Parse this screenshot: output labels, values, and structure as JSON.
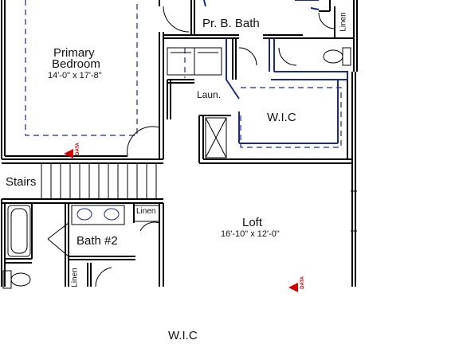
{
  "rooms": {
    "primary_bedroom": {
      "line1": "Primary",
      "line2": "Bedroom",
      "dims": "14'-0\" x 17'-8\""
    },
    "primary_bath": {
      "label": "Pr. B. Bath"
    },
    "linen_top": {
      "label": "Linen"
    },
    "laundry": {
      "label": "Laun."
    },
    "wic_upper": {
      "label": "W.I.C"
    },
    "stairs": {
      "label": "Stairs"
    },
    "linen_mid": {
      "label": "Linen"
    },
    "bath2": {
      "label": "Bath #2"
    },
    "loft": {
      "label": "Loft",
      "dims": "16'-10\" x 12'-0\""
    },
    "linen_bottom": {
      "label": "Linen"
    },
    "wic_caption": {
      "label": "W.I.C"
    }
  },
  "markers": {
    "data_label": "DATA"
  },
  "colors": {
    "wall": "#000000",
    "dashed_outline": "#1a2a8c",
    "marker": "#d40000",
    "background": "#ffffff"
  }
}
